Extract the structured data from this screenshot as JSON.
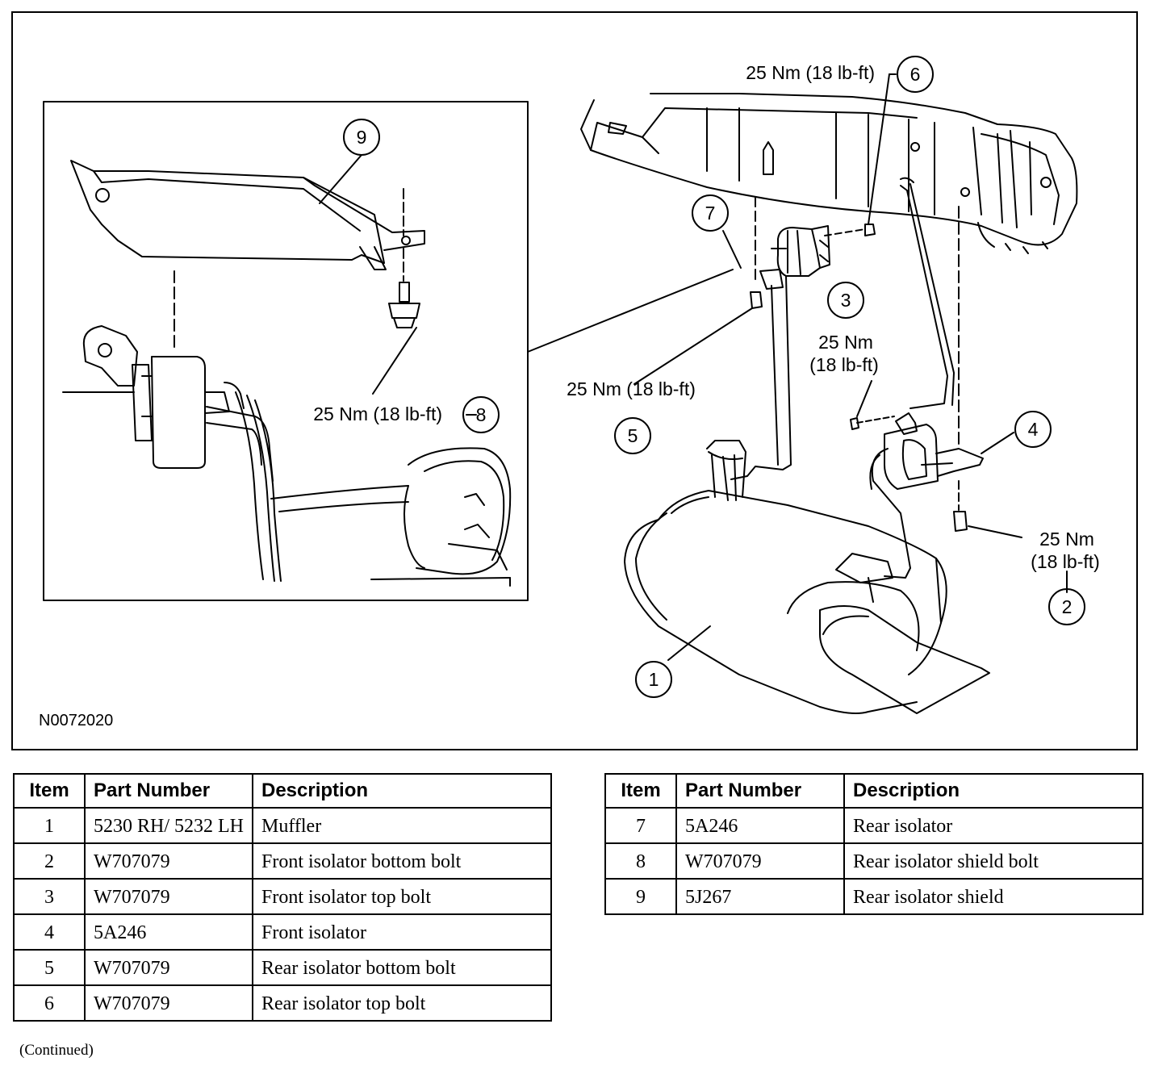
{
  "figure": {
    "code": "N0072020",
    "callouts": {
      "c1": "1",
      "c2": "2",
      "c3": "3",
      "c4": "4",
      "c5": "5",
      "c6": "6",
      "c7": "7",
      "c8": "8",
      "c9": "9"
    },
    "torque": {
      "t6": "25 Nm (18 lb-ft)",
      "t8": "25 Nm (18 lb-ft)",
      "t5": "25 Nm (18 lb-ft)",
      "t3_line1": "25 Nm",
      "t3_line2": "(18 lb-ft)",
      "t2_line1": "25 Nm",
      "t2_line2": "(18 lb-ft)"
    }
  },
  "table_left": {
    "headers": {
      "item": "Item",
      "part_number": "Part Number",
      "description": "Description"
    },
    "rows": [
      {
        "item": "1",
        "part_number": "5230 RH/ 5232 LH",
        "description": "Muffler"
      },
      {
        "item": "2",
        "part_number": "W707079",
        "description": "Front isolator bottom bolt"
      },
      {
        "item": "3",
        "part_number": "W707079",
        "description": "Front isolator top bolt"
      },
      {
        "item": "4",
        "part_number": "5A246",
        "description": "Front isolator"
      },
      {
        "item": "5",
        "part_number": "W707079",
        "description": "Rear isolator bottom bolt"
      },
      {
        "item": "6",
        "part_number": "W707079",
        "description": "Rear isolator top bolt"
      }
    ]
  },
  "table_right": {
    "headers": {
      "item": "Item",
      "part_number": "Part Number",
      "description": "Description"
    },
    "rows": [
      {
        "item": "7",
        "part_number": "5A246",
        "description": "Rear isolator"
      },
      {
        "item": "8",
        "part_number": "W707079",
        "description": "Rear isolator shield bolt"
      },
      {
        "item": "9",
        "part_number": "5J267",
        "description": "Rear isolator shield"
      }
    ]
  },
  "continued": "(Continued)"
}
